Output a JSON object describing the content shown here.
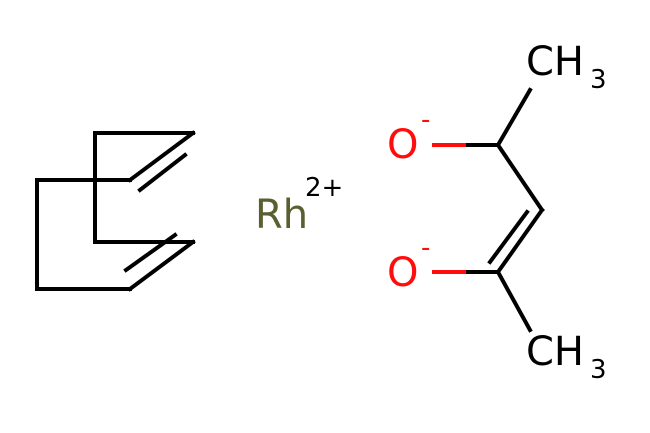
{
  "molecule": {
    "metal": {
      "symbol": "Rh",
      "charge": "2+"
    },
    "oxygen_top": {
      "symbol": "O",
      "charge": "-"
    },
    "oxygen_bottom": {
      "symbol": "O",
      "charge": "-"
    },
    "methyl_top": {
      "main": "CH",
      "sub": "3"
    },
    "methyl_bottom": {
      "main": "CH",
      "sub": "3"
    }
  },
  "colors": {
    "bond": "#000000",
    "oxygen": "#ff0d0d",
    "rhodium": "#5a5f2f",
    "carbon_label": "#000000"
  }
}
